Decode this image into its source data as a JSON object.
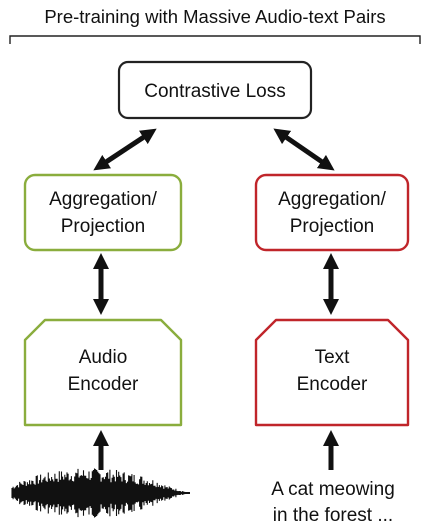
{
  "title": "Pre-training with Massive Audio-text Pairs",
  "contrastive_loss": "Contrastive Loss",
  "audio_branch": {
    "aggregation": {
      "line1": "Aggregation/",
      "line2": "Projection"
    },
    "encoder": {
      "line1": "Audio",
      "line2": "Encoder"
    },
    "input_icon": "audio-waveform-icon"
  },
  "text_branch": {
    "aggregation": {
      "line1": "Aggregation/",
      "line2": "Projection"
    },
    "encoder": {
      "line1": "Text",
      "line2": "Encoder"
    },
    "input": {
      "line1": "A cat meowing",
      "line2": "in the forest ..."
    }
  },
  "colors": {
    "audio_accent": "#8aad3d",
    "text_accent": "#c0252a",
    "neutral": "#222222"
  }
}
